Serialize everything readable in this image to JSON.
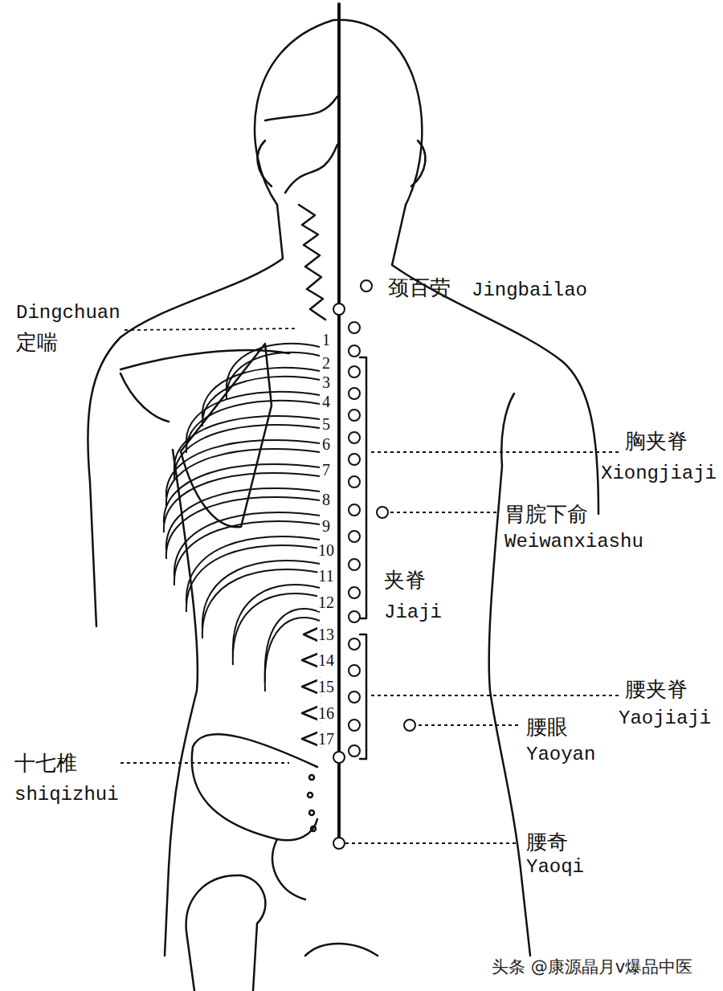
{
  "diagram": {
    "labels": [
      "颈百劳",
      "Jingbailao",
      "Dingchuan",
      "定喘",
      "1",
      "2",
      "3",
      "4",
      "5",
      "6",
      "7",
      "8",
      "9",
      "10",
      "11",
      "12",
      "13",
      "14",
      "15",
      "16",
      "17",
      "胸夹脊",
      "Xiongjiaji",
      "胃脘下俞",
      "Weiwanxiashu",
      "夹脊",
      "Jiaji",
      "腰夹脊",
      "Yaojiaji",
      "腰眼",
      "Yaoyan",
      "十七椎",
      "shiqizhui",
      "腰奇",
      "Yaoqi",
      "头条 @康源晶月v爆品中医"
    ]
  }
}
